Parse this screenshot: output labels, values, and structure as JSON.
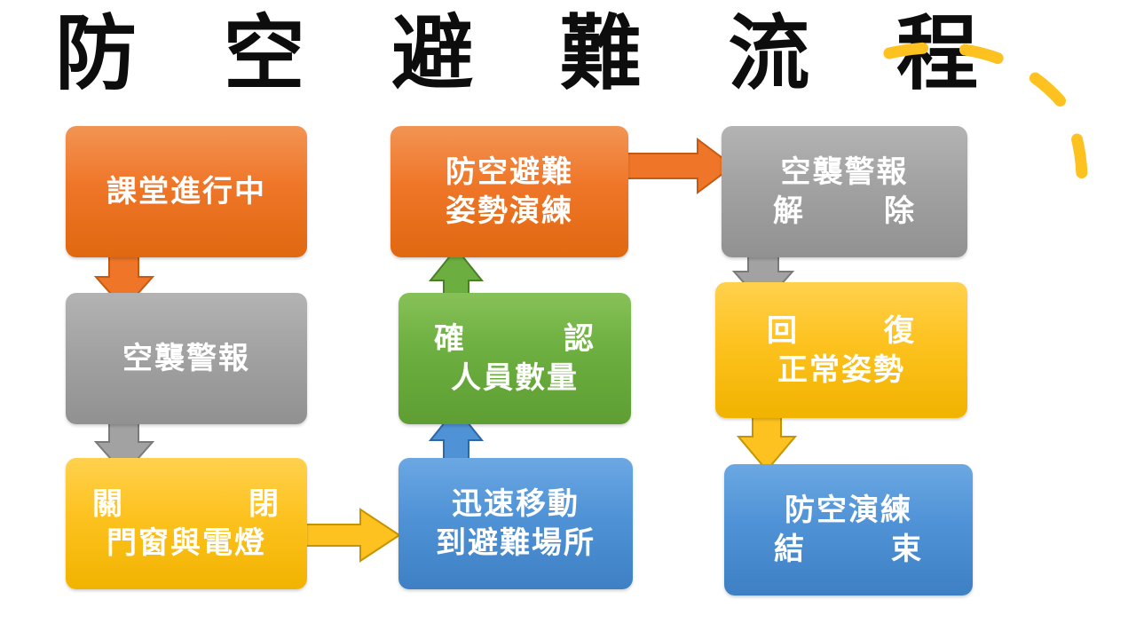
{
  "title": {
    "chars": [
      "防",
      "空",
      "避",
      "難",
      "流",
      "程"
    ]
  },
  "nodes": {
    "class_in_progress": {
      "line1": "課堂進行中"
    },
    "air_raid_alarm": {
      "line1": "空襲警報"
    },
    "close_doors": {
      "line1_left": "關",
      "line1_right": "閉",
      "line2": "門窗與電燈"
    },
    "move_to_shelter": {
      "line1": "迅速移動",
      "line2": "到避難場所"
    },
    "confirm_count": {
      "line1_left": "確",
      "line1_right": "認",
      "line2": "人員數量"
    },
    "posture_drill": {
      "line1": "防空避難",
      "line2": "姿勢演練"
    },
    "alarm_lifted": {
      "line1": "空襲警報",
      "line2_left": "解",
      "line2_right": "除"
    },
    "resume_posture": {
      "line1_left": "回",
      "line1_right": "復",
      "line2": "正常姿勢"
    },
    "drill_end": {
      "line1": "防空演練",
      "line2_left": "結",
      "line2_right": "束"
    }
  },
  "colors": {
    "orange": "#ef7628",
    "gray": "#a2a2a2",
    "yellow": "#fdc21f",
    "blue": "#4f92d6",
    "green": "#6cae3f",
    "dash_decoration": "#fdc21f"
  }
}
